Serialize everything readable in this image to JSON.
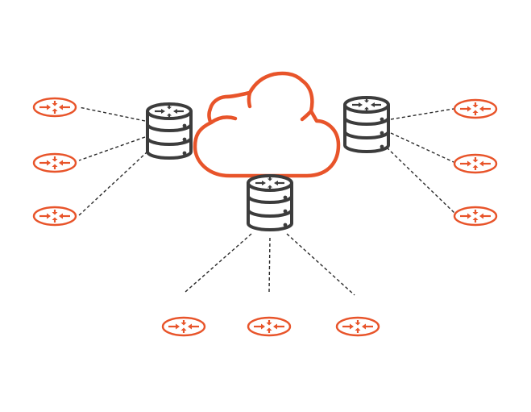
{
  "colors": {
    "accent": "#e8542a",
    "server": "#3c3c3c",
    "line": "#2a2a2a",
    "background": "#ffffff"
  },
  "icons": {
    "cloud": "cloud-icon",
    "server": "server-stack-icon",
    "router": "router-icon"
  },
  "nodes": {
    "cloud": {
      "id": "cloud",
      "label": ""
    },
    "servers": [
      {
        "id": "server-left"
      },
      {
        "id": "server-right"
      },
      {
        "id": "server-bottom"
      }
    ],
    "routers": [
      {
        "id": "router-left-1",
        "server": "server-left"
      },
      {
        "id": "router-left-2",
        "server": "server-left"
      },
      {
        "id": "router-left-3",
        "server": "server-left"
      },
      {
        "id": "router-right-1",
        "server": "server-right"
      },
      {
        "id": "router-right-2",
        "server": "server-right"
      },
      {
        "id": "router-right-3",
        "server": "server-right"
      },
      {
        "id": "router-bottom-1",
        "server": "server-bottom"
      },
      {
        "id": "router-bottom-2",
        "server": "server-bottom"
      },
      {
        "id": "router-bottom-3",
        "server": "server-bottom"
      }
    ]
  },
  "connections": {
    "style": "dashed",
    "links": [
      {
        "from": "server-left",
        "to": "router-left-1"
      },
      {
        "from": "server-left",
        "to": "router-left-2"
      },
      {
        "from": "server-left",
        "to": "router-left-3"
      },
      {
        "from": "server-right",
        "to": "router-right-1"
      },
      {
        "from": "server-right",
        "to": "router-right-2"
      },
      {
        "from": "server-right",
        "to": "router-right-3"
      },
      {
        "from": "server-bottom",
        "to": "router-bottom-1"
      },
      {
        "from": "server-bottom",
        "to": "router-bottom-2"
      },
      {
        "from": "server-bottom",
        "to": "router-bottom-3"
      }
    ]
  }
}
